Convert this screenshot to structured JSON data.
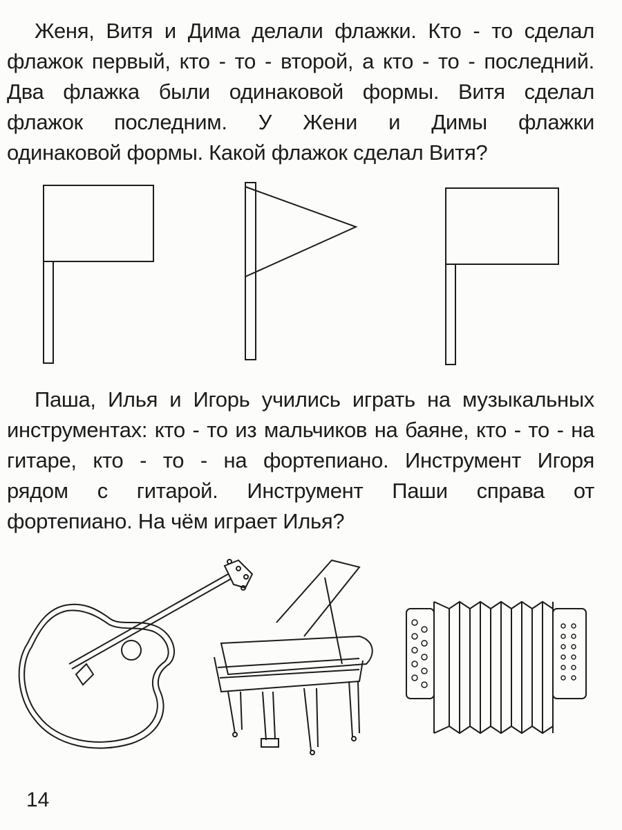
{
  "task1": {
    "lines": [
      "Женя, Витя и Дима делали флажки. Кто - то сделал",
      "флажок первый, кто - то - второй, а кто - то - последний.",
      "Два флажка были одинаковой формы. Витя сделал",
      "флажок последним. У Жени и Димы флажки",
      "одинаковой формы. Какой флажок сделал Витя?"
    ],
    "images": [
      "rectangular-flag",
      "triangular-flag",
      "rectangular-flag"
    ]
  },
  "task2": {
    "lines": [
      "Паша, Илья и Игорь учились играть на музыкальных",
      "инструментах: кто - то из мальчиков на баяне, кто - то - на",
      "гитаре, кто - то - на фортепиано. Инструмент Игоря",
      "рядом с гитарой. Инструмент Паши справа от",
      "фортепиано. На чём играет Илья?"
    ],
    "images": [
      "guitar",
      "grand-piano",
      "accordion"
    ]
  },
  "page_number": "14"
}
